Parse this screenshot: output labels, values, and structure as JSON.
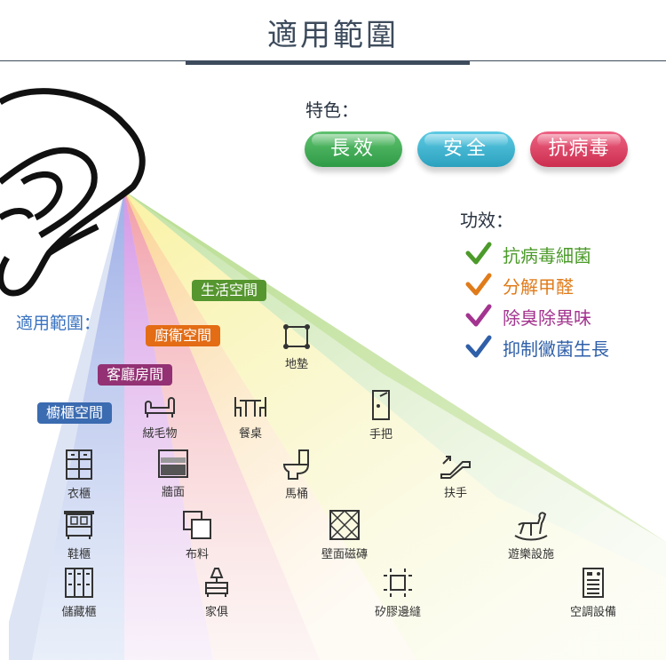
{
  "title": "適用範圍",
  "features": {
    "heading": "特色：",
    "pills": [
      {
        "label": "長效",
        "color": "#2f9b47"
      },
      {
        "label": "安全",
        "color": "#2ba1bf"
      },
      {
        "label": "抗病毒",
        "color": "#cc2e4e"
      }
    ]
  },
  "effects": {
    "heading": "功效：",
    "items": [
      {
        "label": "抗病毒細菌",
        "color": "#4c9a2a"
      },
      {
        "label": "分解甲醛",
        "color": "#e07b1a"
      },
      {
        "label": "除臭除異味",
        "color": "#a3348f"
      },
      {
        "label": "抑制黴菌生長",
        "color": "#2f5fa8"
      }
    ]
  },
  "scope_label": "適用範圍：",
  "categories": [
    {
      "label": "生活空間",
      "color": "#56962f"
    },
    {
      "label": "廚衛空間",
      "color": "#e36c14"
    },
    {
      "label": "客廳房間",
      "color": "#933174"
    },
    {
      "label": "櫥櫃空間",
      "color": "#3b6bb0"
    }
  ],
  "items": {
    "floor_mat": "地墊",
    "velvet": "絨毛物",
    "dining_table": "餐桌",
    "handle": "手把",
    "wardrobe": "衣櫃",
    "wall": "牆面",
    "toilet": "馬桶",
    "escalator": "扶手",
    "shoe_cabinet": "鞋櫃",
    "fabric": "布料",
    "wall_tiles": "壁面磁磚",
    "playground": "遊樂設施",
    "storage_cabinet": "儲藏櫃",
    "furniture": "家俱",
    "grout": "矽膠邊縫",
    "ac_unit": "空調設備"
  }
}
